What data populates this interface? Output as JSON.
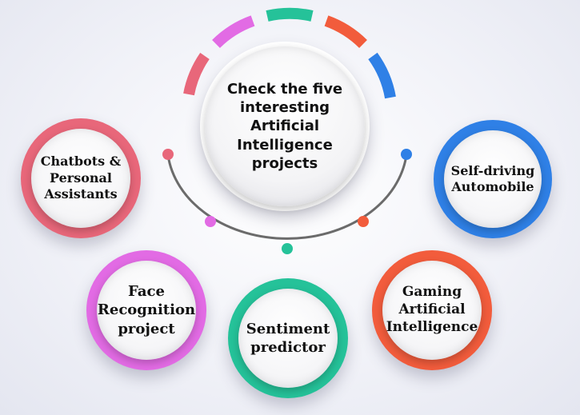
{
  "center_title": "Check the five\ninteresting\nArtificial\nIntelligence\nprojects",
  "projects": [
    {
      "label": "Chatbots &\nPersonal\nAssistants",
      "color": "#e8677a"
    },
    {
      "label": "Self-driving\nAutomobile",
      "color": "#2f80e6"
    },
    {
      "label": "Face\nRecognition\nproject",
      "color": "#e26be4"
    },
    {
      "label": "Sentiment\npredictor",
      "color": "#25c299"
    },
    {
      "label": "Gaming\nArtificial\nIntelligence",
      "color": "#f25c3c"
    }
  ],
  "arc_colors": [
    "#e8677a",
    "#e26be4",
    "#25c299",
    "#f25c3c",
    "#2f80e6"
  ],
  "connector_color": "#6b6b6b"
}
